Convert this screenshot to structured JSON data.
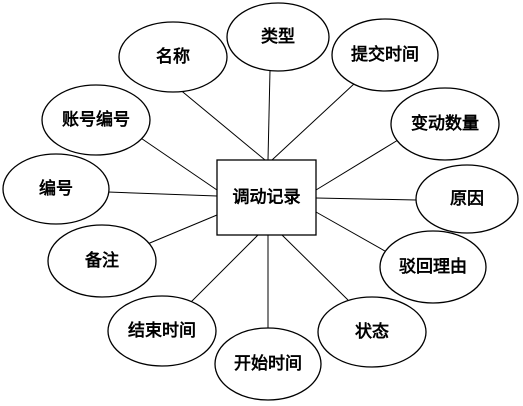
{
  "entity": {
    "label": "调动记录"
  },
  "attributes": [
    {
      "id": "name",
      "label": "名称"
    },
    {
      "id": "type",
      "label": "类型"
    },
    {
      "id": "submit-time",
      "label": "提交时间"
    },
    {
      "id": "account-number",
      "label": "账号编号"
    },
    {
      "id": "change-quantity",
      "label": "变动数量"
    },
    {
      "id": "number",
      "label": "编号"
    },
    {
      "id": "reason",
      "label": "原因"
    },
    {
      "id": "remark",
      "label": "备注"
    },
    {
      "id": "reject-reason",
      "label": "驳回理由"
    },
    {
      "id": "end-time",
      "label": "结束时间"
    },
    {
      "id": "status",
      "label": "状态"
    },
    {
      "id": "start-time",
      "label": "开始时间"
    }
  ]
}
